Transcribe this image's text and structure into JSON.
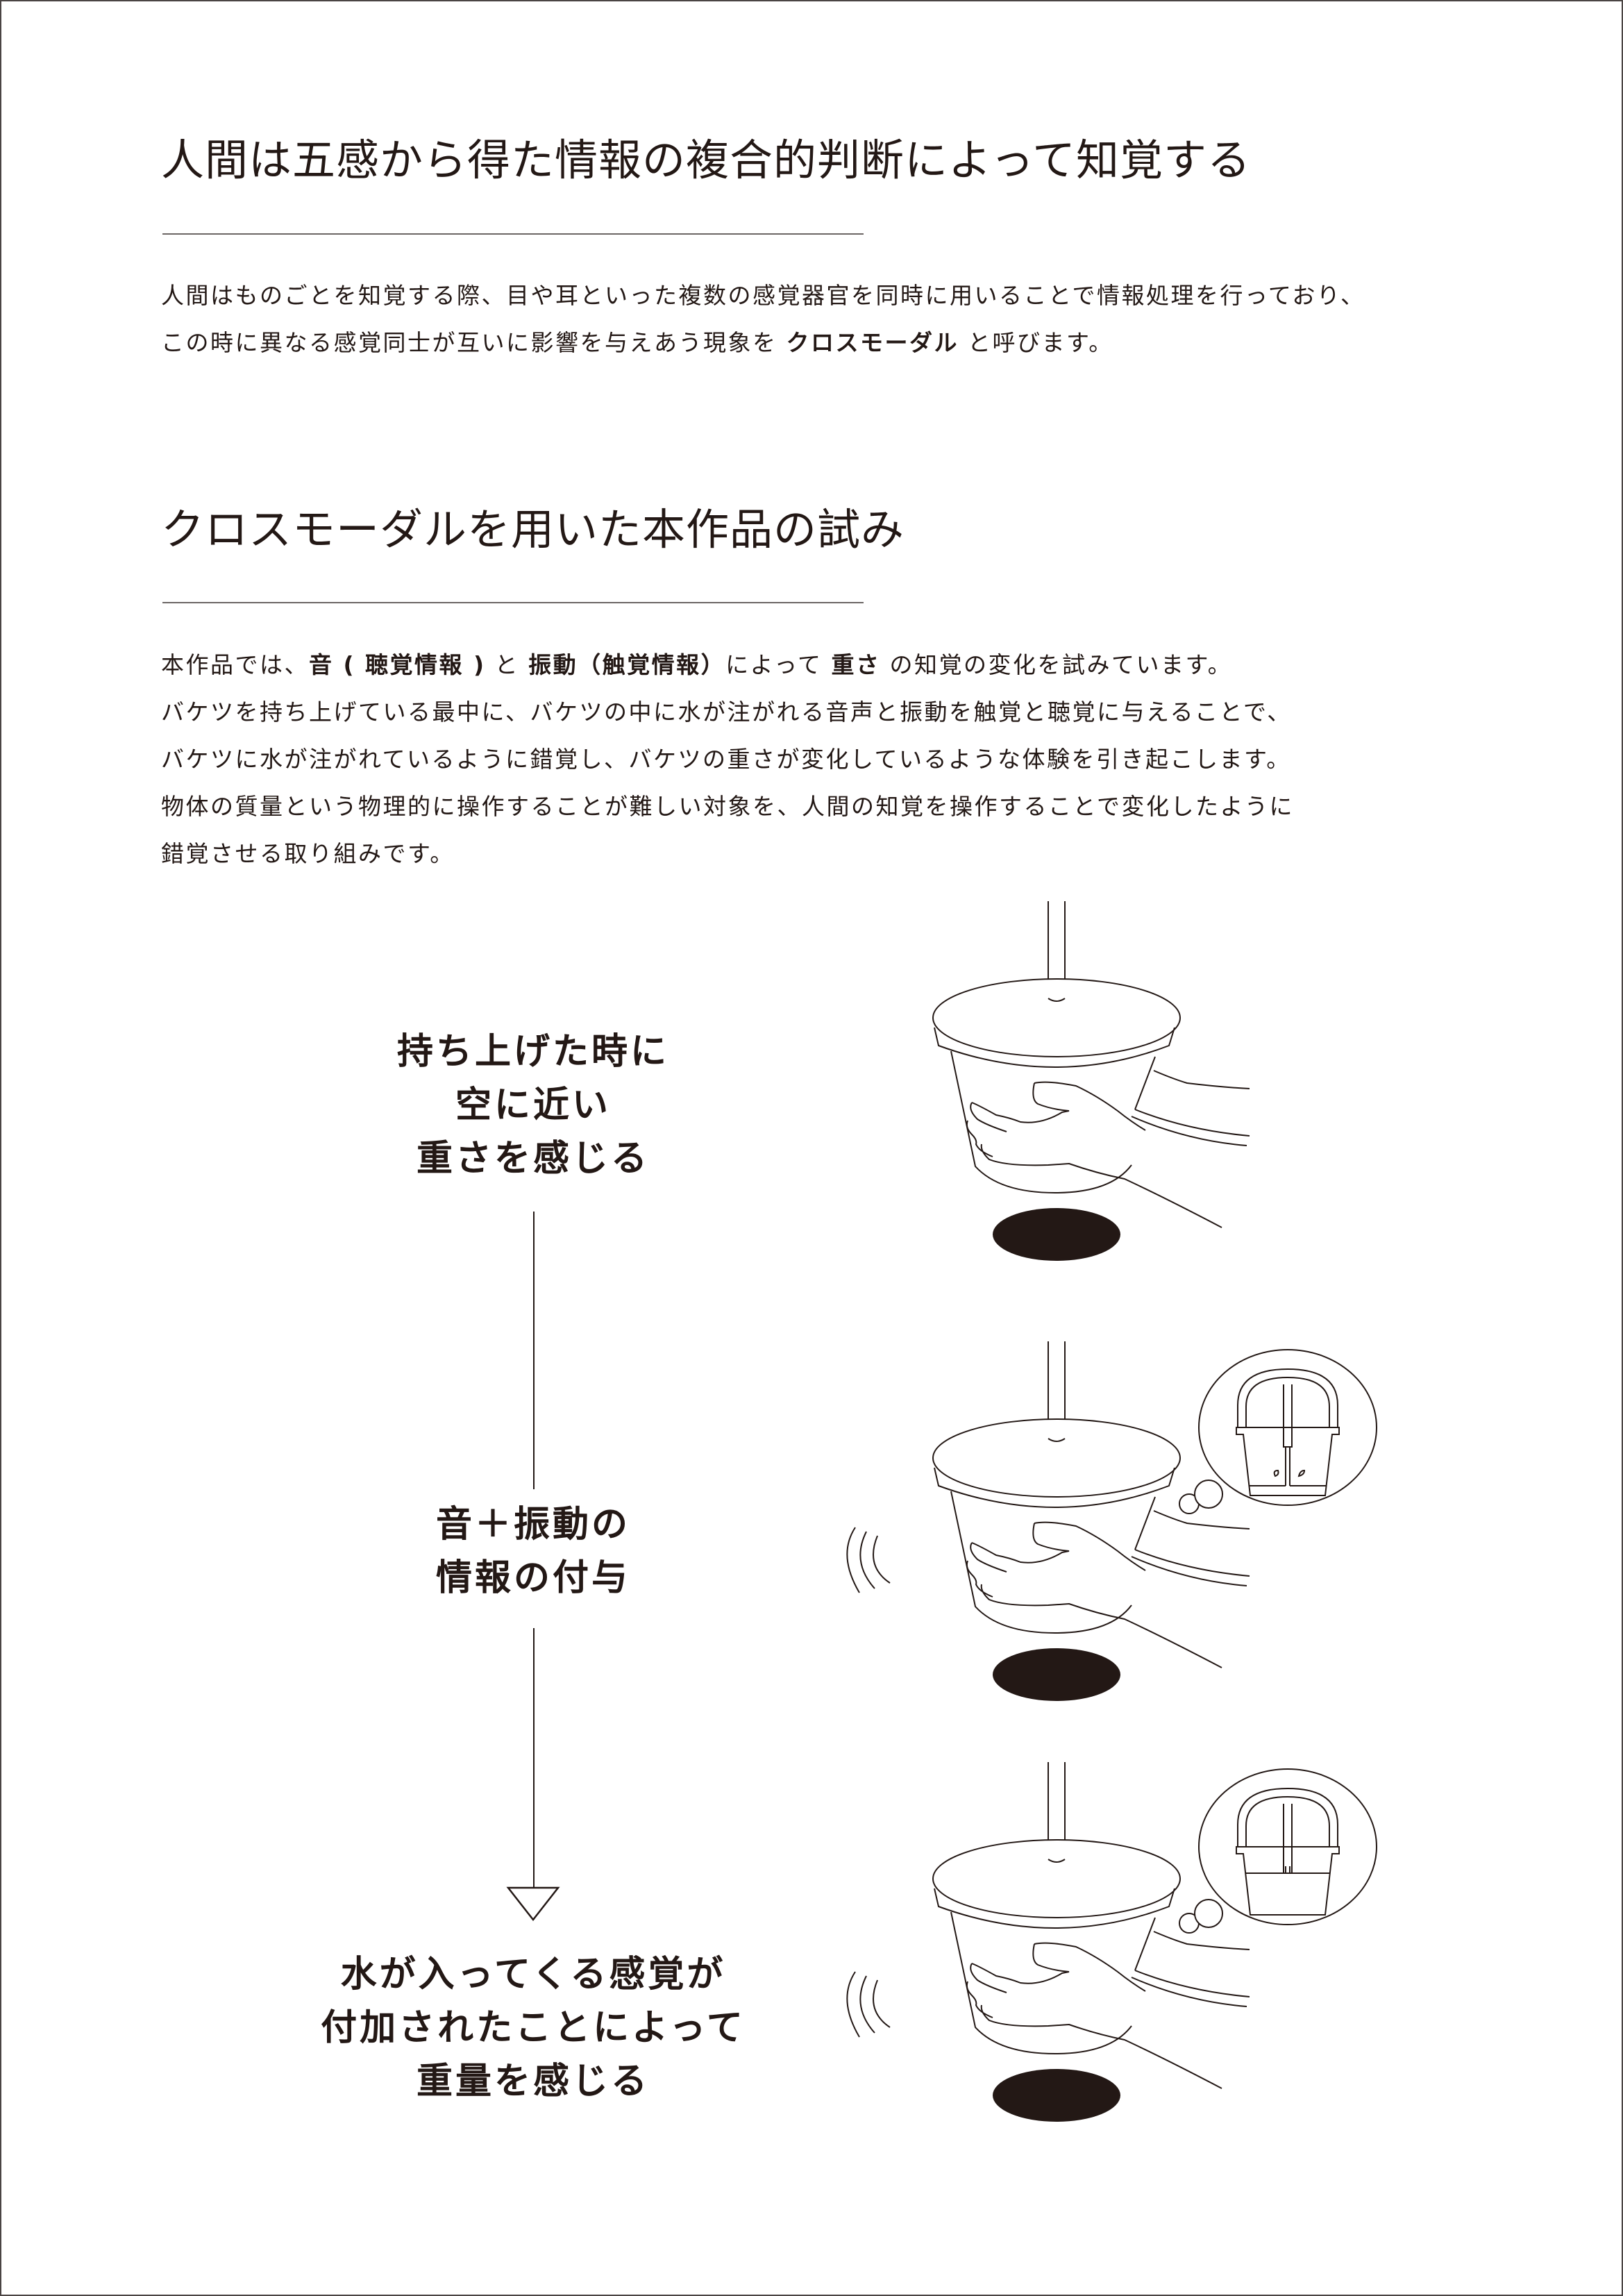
{
  "section1": {
    "heading": "人間は五感から得た情報の複合的判断によって知覚する",
    "paragraph": [
      {
        "parts": [
          {
            "text": "人間はものごとを知覚する際、目や耳といった複数の感覚器官を同時に用いることで情報処理を行っており、",
            "bold": false
          }
        ]
      },
      {
        "parts": [
          {
            "text": "この時に異なる感覚同士が互いに影響を与えあう現象を ",
            "bold": false
          },
          {
            "text": "クロスモーダル",
            "bold": true
          },
          {
            "text": " と呼びます。",
            "bold": false
          }
        ]
      }
    ]
  },
  "section2": {
    "heading": "クロスモーダルを用いた本作品の試み",
    "paragraph": [
      {
        "parts": [
          {
            "text": "本作品では、",
            "bold": false
          },
          {
            "text": "音 ( 聴覚情報 )",
            "bold": true
          },
          {
            "text": " と ",
            "bold": false
          },
          {
            "text": "振動（触覚情報）",
            "bold": true
          },
          {
            "text": "によって ",
            "bold": false
          },
          {
            "text": "重さ",
            "bold": true
          },
          {
            "text": " の知覚の変化を試みています。",
            "bold": false
          }
        ]
      },
      {
        "parts": [
          {
            "text": "バケツを持ち上げている最中に、バケツの中に水が注がれる音声と振動を触覚と聴覚に与えることで、",
            "bold": false
          }
        ]
      },
      {
        "parts": [
          {
            "text": "バケツに水が注がれているように錯覚し、バケツの重さが変化しているような体験を引き起こします。",
            "bold": false
          }
        ]
      },
      {
        "parts": [
          {
            "text": "物体の質量という物理的に操作することが難しい対象を、人間の知覚を操作することで変化したように",
            "bold": false
          }
        ]
      },
      {
        "parts": [
          {
            "text": "錯覚させる取り組みです。",
            "bold": false
          }
        ]
      }
    ]
  },
  "diagram": {
    "stages": [
      {
        "label_lines": [
          "持ち上げた時に",
          "空に近い",
          "重さを感じる"
        ],
        "vibration": false,
        "thought": null
      },
      {
        "label_lines": [
          "音＋振動の",
          "情報の付与"
        ],
        "vibration": true,
        "thought": "bucket-pouring"
      },
      {
        "label_lines": [
          "水が入ってくる感覚が",
          "付加されたことによって",
          "重量を感じる"
        ],
        "vibration": true,
        "thought": "bucket-filled"
      }
    ],
    "flow_arrow": "down-triangle-arrow"
  },
  "colors": {
    "ink": "#231815",
    "rule": "#6b6564",
    "frame": "#4a4443",
    "background": "#ffffff"
  }
}
